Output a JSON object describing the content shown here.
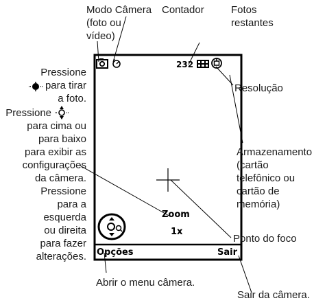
{
  "labels": {
    "mode": "Modo Câmera\n(foto ou\nvídeo)",
    "counter": "Contador",
    "remaining": "Fotos\nrestantes",
    "resolution": "Resolução",
    "storage": "Armazenamento\n(cartão\ntelefônico ou\ncartão de\nmemória)",
    "focus": "Ponto do foco",
    "exit": "Sair da câmera.",
    "open_menu": "Abrir o menu câmera.",
    "press_center_a": "Pressione",
    "press_center_b": "para tirar\na foto.",
    "press_updown_a": "Pressione",
    "press_updown_b": "para cima ou\npara baixo\npara exibir as\nconfigurações\nda câmera.\nPressione\npara a\nesquerda\nou direita\npara fazer\nalterações."
  },
  "screen": {
    "photo_count": "232",
    "zoom_label": "Zoom",
    "zoom_value": "1x",
    "left_softkey": "Opções",
    "right_softkey": "Sair"
  },
  "icons": {
    "mode": "camera-icon",
    "counter": "timer-icon",
    "resolution": "resolution-icon",
    "storage": "storage-icon",
    "nav": "navigation-key-icon"
  }
}
